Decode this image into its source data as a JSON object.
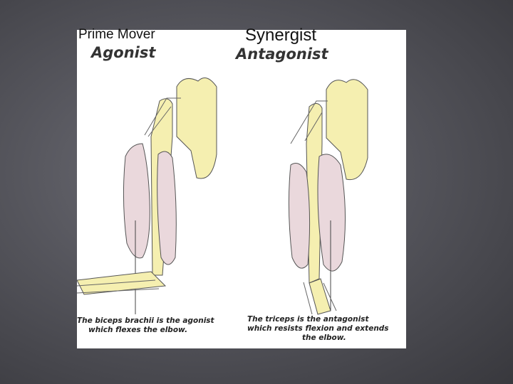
{
  "labels": {
    "prime_mover": "Prime Mover",
    "synergist": "Synergist"
  },
  "headings": {
    "agonist": "Agonist",
    "antagonist": "Antagonist"
  },
  "captions": {
    "left_line1": "The biceps brachii is the agonist",
    "left_line2": "which flexes the elbow.",
    "right_line1": "The triceps is the antagonist",
    "right_line2": "which resists flexion and extends",
    "right_line3": "the elbow."
  },
  "colors": {
    "bone": "#f5efb0",
    "muscle": "#ead8dc",
    "outline": "#555555",
    "background": "#55555c"
  }
}
